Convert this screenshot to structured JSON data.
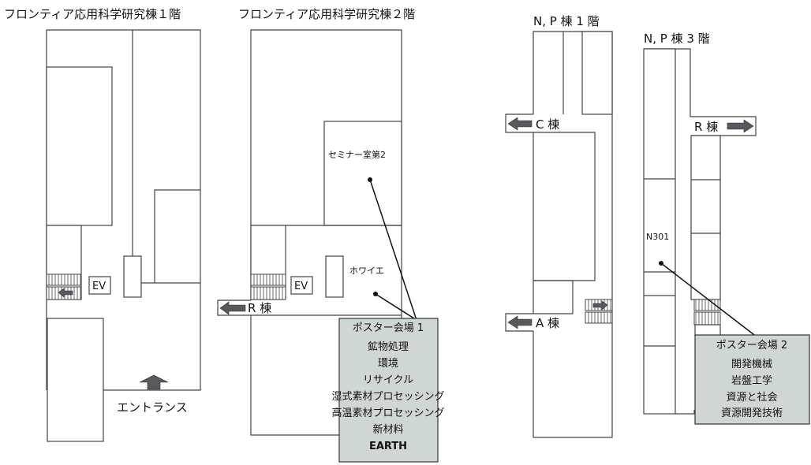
{
  "floors": {
    "frontier_1f": {
      "title": "フロンティア応用科学研究棟１階",
      "ev": "EV",
      "entrance": "エントランス"
    },
    "frontier_2f": {
      "title": "フロンティア応用科学研究棟２階",
      "seminar_room": "セミナー室第2",
      "foyer": "ホワイエ",
      "ev": "EV",
      "r_building": "R 棟"
    },
    "np_1f": {
      "title": "N, P 棟 1 階",
      "c_building": "C 棟",
      "a_building": "A 棟"
    },
    "np_3f": {
      "title": "N, P 棟 3 階",
      "r_building": "R 棟",
      "room": "N301"
    }
  },
  "poster_venues": [
    {
      "title": "ポスター会場 1",
      "sessions": [
        "鉱物処理",
        "環境",
        "リサイクル",
        "湿式素材プロセッシング",
        "高温素材プロセッシング",
        "新材料",
        "EARTH"
      ]
    },
    {
      "title": "ポスター会場 2",
      "sessions": [
        "開発機械",
        "岩盤工学",
        "資源と社会",
        "資源開発技術"
      ]
    }
  ],
  "colors": {
    "venue_box": "#cfd6d4",
    "arrow": "#58585d"
  }
}
